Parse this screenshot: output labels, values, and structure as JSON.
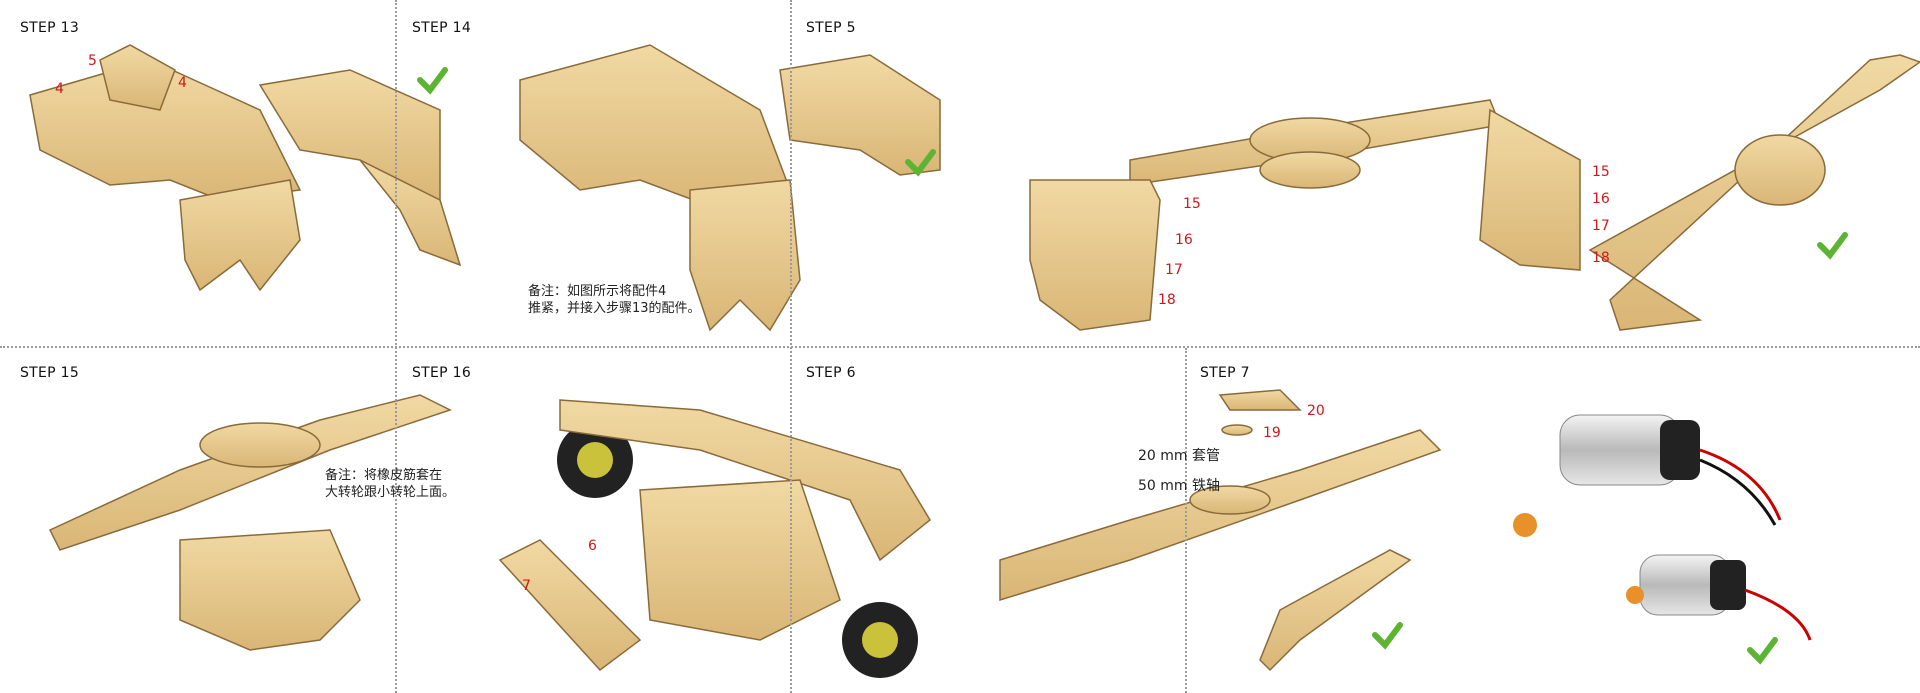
{
  "steps": {
    "s13": {
      "title": "STEP 13",
      "labels": [
        "5",
        "4",
        "4"
      ]
    },
    "s14": {
      "title": "STEP 14",
      "note_line1": "备注：如图所示将配件4",
      "note_line2": "推紧，并接入步骤13的配件。"
    },
    "s5": {
      "title": "STEP 5",
      "left_labels": [
        "15",
        "16",
        "17",
        "18"
      ],
      "right_labels": [
        "15",
        "16",
        "17",
        "18"
      ]
    },
    "s15": {
      "title": "STEP 15",
      "note_line1": "备注：将橡皮筋套在",
      "note_line2": "大转轮跟小转轮上面。"
    },
    "s16": {
      "title": "STEP 16",
      "labels": [
        "6",
        "7"
      ]
    },
    "s6": {
      "title": "STEP 6",
      "labels": [
        "20",
        "19"
      ],
      "tube": "20 mm 套管",
      "shaft": "50 mm 铁轴"
    },
    "s7": {
      "title": "STEP 7"
    }
  },
  "colors": {
    "wood": "#e9cd8f",
    "wood_edge": "#8a6a3a",
    "check": "#5cb432",
    "label": "#d0181b",
    "arrow": "#7cc444"
  }
}
